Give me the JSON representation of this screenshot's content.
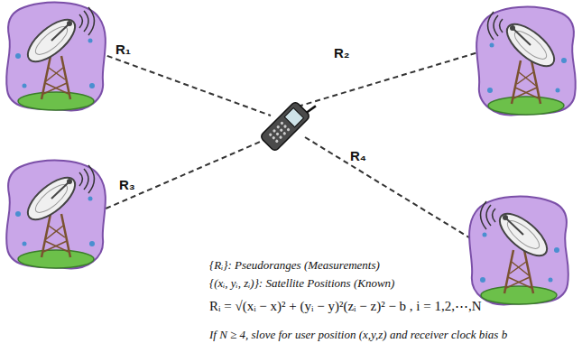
{
  "diagram": {
    "labels": [
      "R₁",
      "R₂",
      "R₃",
      "R₄",
      "{Rᵢ}: Pseudoranges (Measurements)",
      "{(xᵢ, yᵢ, zᵢ)}: Satellite Positions (Known)",
      "Rᵢ = √(xᵢ − x)² + (yᵢ − y)²(zᵢ − z)² − b , i = 1,2,⋯,N",
      "If N ≥ 4, slove for user position (x,y,z) and receiver clock bias b"
    ]
  }
}
